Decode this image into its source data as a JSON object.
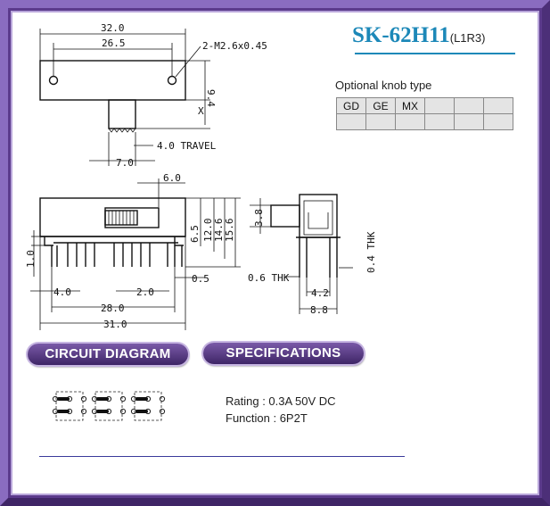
{
  "header": {
    "model": "SK-62H11",
    "suffix": "(L1R3)"
  },
  "knob": {
    "caption": "Optional knob type",
    "types": [
      "GD",
      "GE",
      "MX",
      "",
      "",
      ""
    ]
  },
  "drawing": {
    "top_view": {
      "width": "32.0",
      "hole_pitch": "26.5",
      "hole_spec": "2-M2.6x0.45",
      "height": "9.4",
      "x_label": "X",
      "travel": "4.0 TRAVEL",
      "actuator": "7.0"
    },
    "front_view": {
      "knob_offset": "6.0",
      "h1": "6.5",
      "h2": "12.0",
      "h3": "14.6",
      "h4": "15.6",
      "pin_len": "1.0",
      "pin_pitch_l": "4.0",
      "pin_pitch": "2.0",
      "pin_width": "0.5",
      "row": "28.0",
      "overall": "31.0"
    },
    "side_view": {
      "knob_w": "3.8",
      "thk_a": "0.6 THK",
      "thk_b": "0.4 THK",
      "inner": "4.2",
      "outer": "8.8"
    }
  },
  "sections": {
    "circuit": "CIRCUIT DIAGRAM",
    "specs": "SPECIFICATIONS"
  },
  "specs": {
    "rating": "Rating : 0.3A  50V  DC",
    "function": "Function : 6P2T"
  },
  "colors": {
    "frame": "#6d4aa3",
    "title": "#1c88b8",
    "pill": "#4d2f78"
  }
}
